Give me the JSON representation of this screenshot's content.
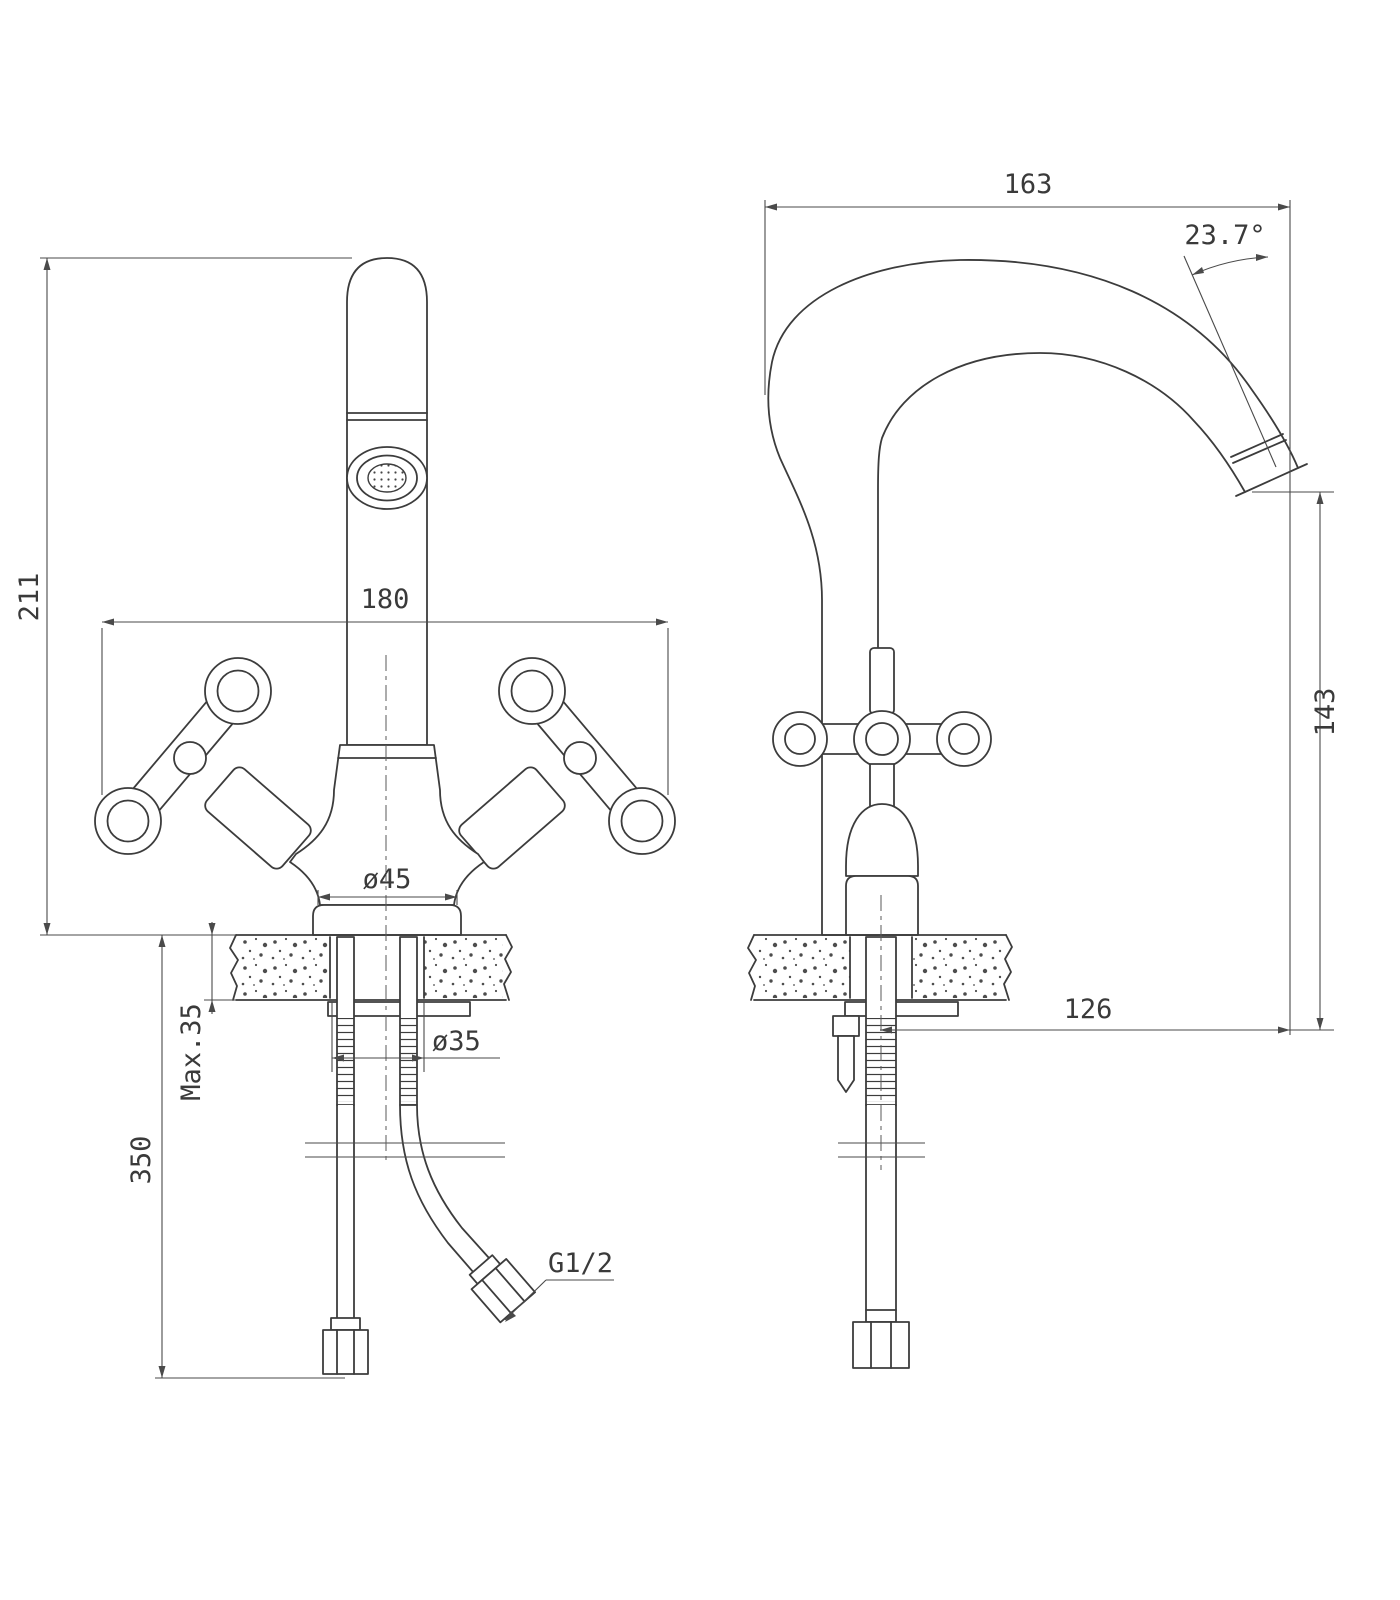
{
  "dimensions": {
    "overall_height": "211",
    "handle_span": "180",
    "base_diameter": "ø45",
    "hole_diameter": "ø35",
    "max_deck_thickness": "Max.35",
    "hose_length": "350",
    "spout_reach": "163",
    "spout_angle": "23.7°",
    "spout_height": "143",
    "base_offset": "126",
    "thread_size": "G1/2"
  },
  "colors": {
    "line": "#3c3c3c",
    "background": "#ffffff"
  }
}
